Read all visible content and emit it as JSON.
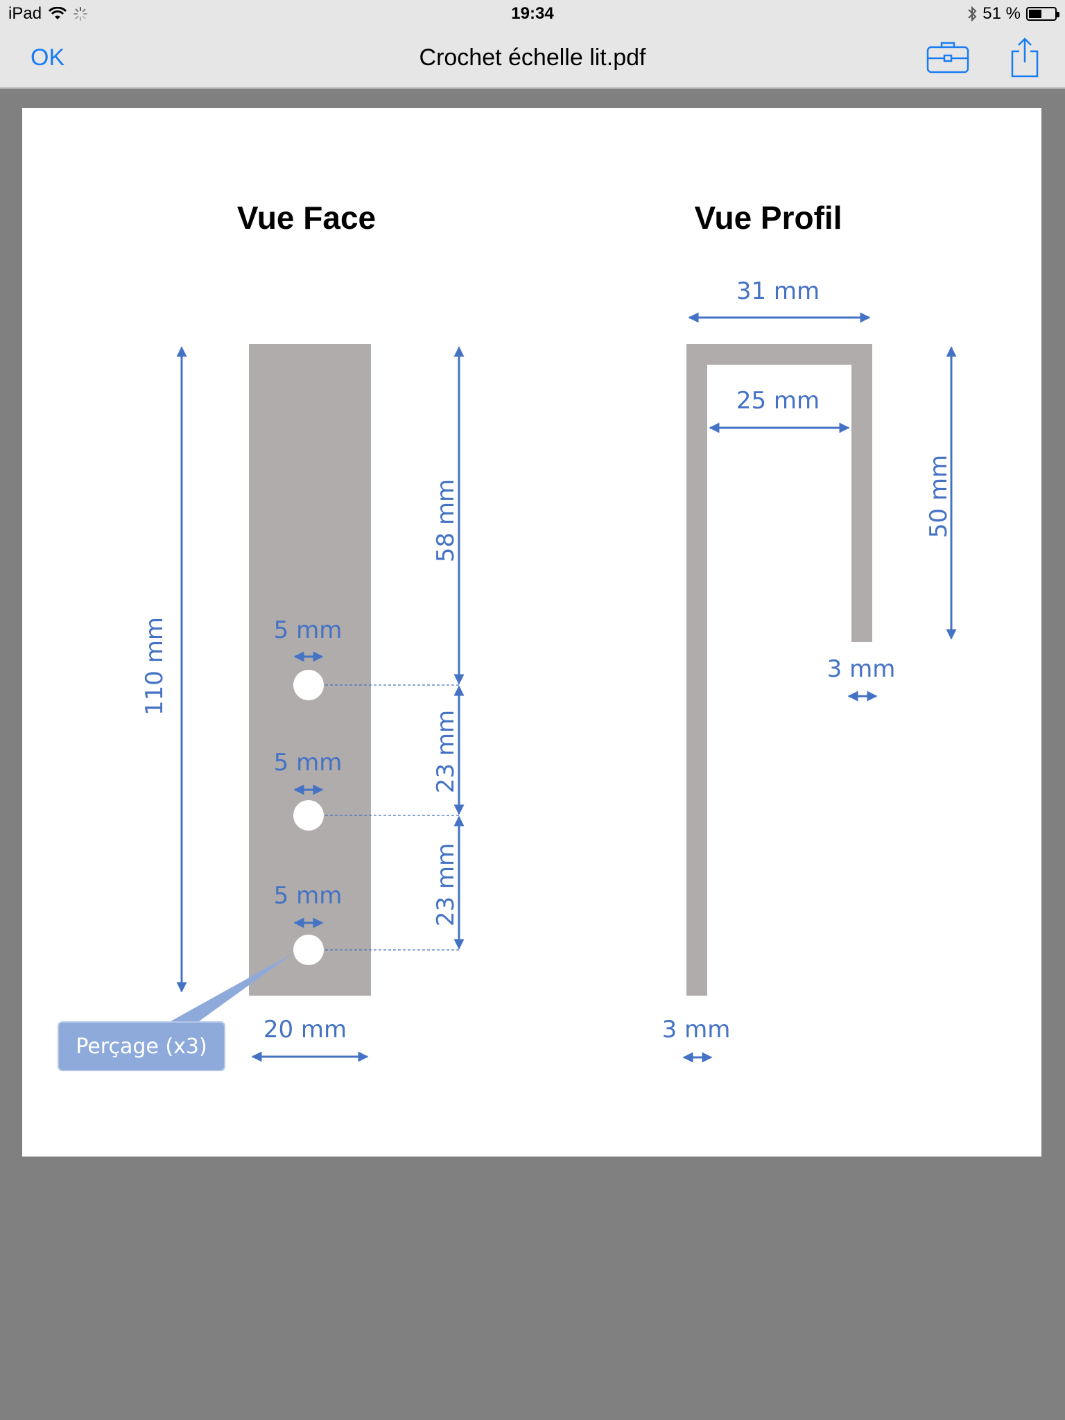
{
  "status_bar": {
    "device": "iPad",
    "time": "19:34",
    "battery": "51 %",
    "battery_level": 0.51
  },
  "nav_bar": {
    "done_label": "OK",
    "title": "Crochet échelle lit.pdf",
    "toolbox_icon": "toolbox-icon",
    "share_icon": "share-icon"
  },
  "document": {
    "front_view": {
      "title": "Vue Face",
      "height": "110 mm",
      "width": "20 mm",
      "segment_top": "58 mm",
      "segment_middle": "23 mm",
      "segment_bottom": "23 mm",
      "hole_1": "5 mm",
      "hole_2": "5 mm",
      "hole_3": "5 mm",
      "callout": "Perçage (x3)"
    },
    "side_view": {
      "title": "Vue Profil",
      "outer_width": "31 mm",
      "inner_width": "25 mm",
      "hook_height": "50 mm",
      "hook_thickness": "3 mm",
      "bar_thickness": "3 mm"
    },
    "colors": {
      "metal": "#b0acab",
      "dimension": "#4472c4",
      "callout": "#8eaadb"
    }
  }
}
